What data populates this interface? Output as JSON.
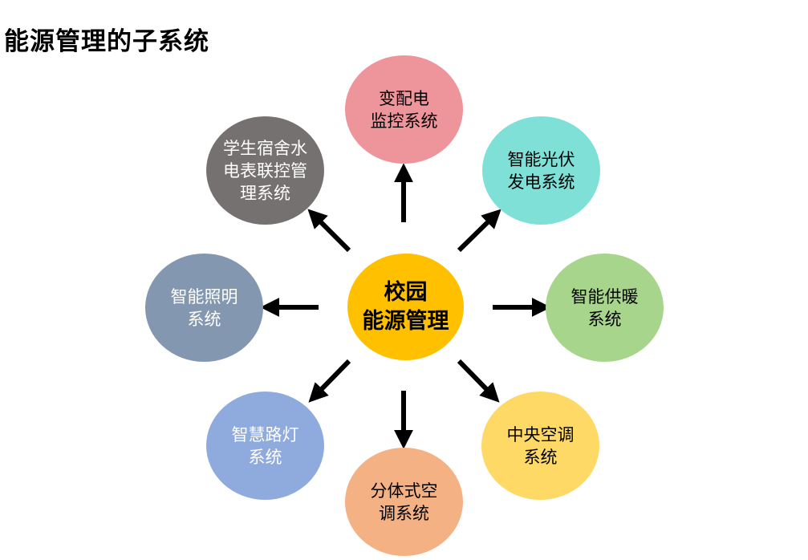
{
  "title": "能源管理的子系统",
  "center": {
    "label": "校园\n能源管理",
    "color": "#FFC000"
  },
  "subsystems": [
    {
      "key": "substation",
      "label": "变配电\n监控系统",
      "color": "#EE959C",
      "text_color": "#000000"
    },
    {
      "key": "pv",
      "label": "智能光伏\n发电系统",
      "color": "#7FE0D8",
      "text_color": "#000000"
    },
    {
      "key": "heating",
      "label": "智能供暖\n系统",
      "color": "#A8D58C",
      "text_color": "#000000"
    },
    {
      "key": "central-ac",
      "label": "中央空调\n系统",
      "color": "#FFD966",
      "text_color": "#000000"
    },
    {
      "key": "split-ac",
      "label": "分体式空\n调系统",
      "color": "#F4B183",
      "text_color": "#000000"
    },
    {
      "key": "streetlight",
      "label": "智慧路灯\n系统",
      "color": "#8FAADC",
      "text_color": "#FFFFFF"
    },
    {
      "key": "lighting",
      "label": "智能照明\n系统",
      "color": "#8497B0",
      "text_color": "#FFFFFF"
    },
    {
      "key": "dorm",
      "label": "学生宿舍水\n电表联控管\n理系统",
      "color": "#767171",
      "text_color": "#FFFFFF"
    }
  ]
}
